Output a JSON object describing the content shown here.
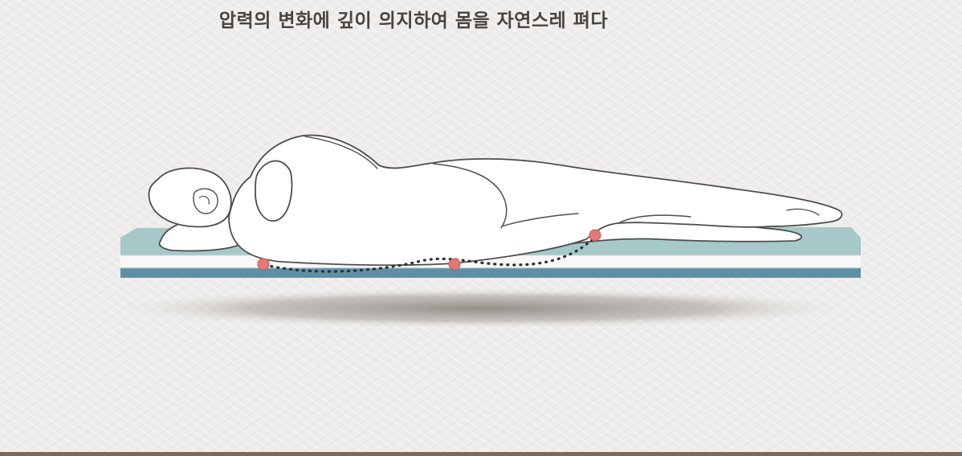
{
  "headline": "압력의 변화에 깊이 의지하여 몸을 자연스레 펴다",
  "colors": {
    "background": "#efedeb",
    "mattress_top": "#a6c8c9",
    "mattress_white": "#f8f8f6",
    "mattress_base": "#5d8fa5",
    "pressure_point": "#e07875",
    "shadow": "#8f8a84",
    "outline": "#4e4e4e"
  },
  "pressure_points": [
    {
      "name": "shoulder"
    },
    {
      "name": "hip"
    },
    {
      "name": "knee"
    }
  ]
}
